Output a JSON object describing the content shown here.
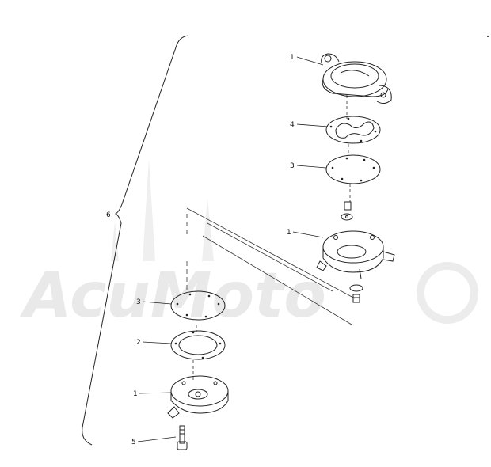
{
  "diagram": {
    "watermark_text": "AcuMoto",
    "callouts": [
      {
        "id": "housing-top",
        "label": "1"
      },
      {
        "id": "gasket-upper",
        "label": "4"
      },
      {
        "id": "diaphragm-upper",
        "label": "3"
      },
      {
        "id": "assembly-label",
        "label": "6"
      },
      {
        "id": "pump-body",
        "label": "1"
      },
      {
        "id": "diaphragm-lower",
        "label": "3"
      },
      {
        "id": "gasket-lower",
        "label": "2"
      },
      {
        "id": "cover-bottom",
        "label": "1"
      },
      {
        "id": "screw",
        "label": "5"
      }
    ],
    "colors": {
      "line": "#222222",
      "watermark": "#e9e9e9",
      "background": "#ffffff"
    }
  }
}
